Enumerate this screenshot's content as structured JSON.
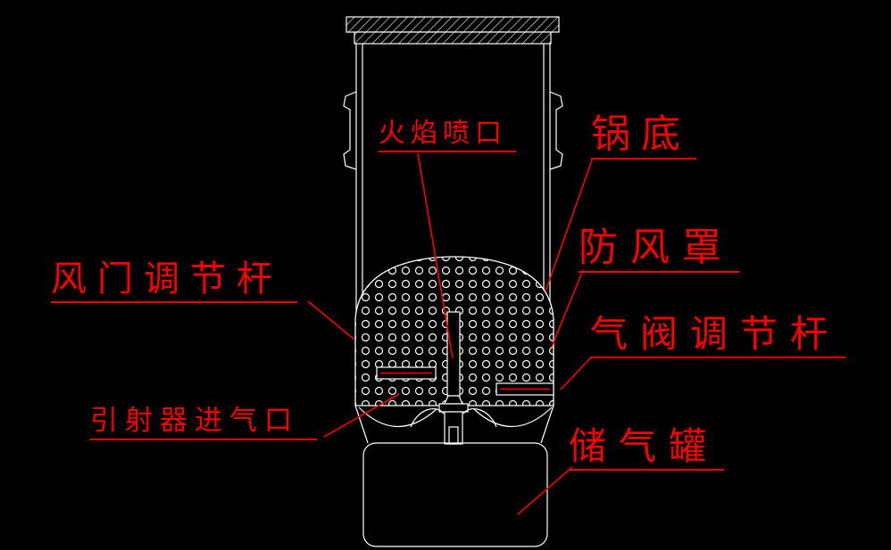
{
  "diagram": {
    "type": "cad-cross-section",
    "subject": "portable gas stove with pot",
    "labels": {
      "flame_nozzle": "火焰喷口",
      "pot_bottom": "锅底",
      "damper_rod": "风门调节杆",
      "windshield": "防风罩",
      "valve_rod": "气阀调节杆",
      "ejector_inlet": "引射器进气口",
      "gas_tank": "储气罐"
    },
    "colors": {
      "background": "#000000",
      "line": "#ffffff",
      "annotation": "#fb0000"
    }
  }
}
